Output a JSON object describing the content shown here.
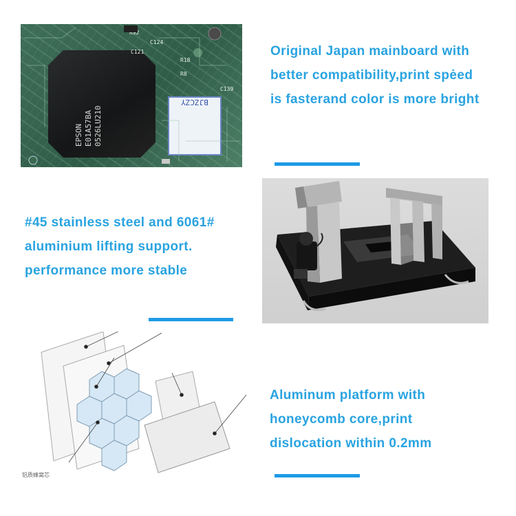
{
  "sections": [
    {
      "caption": [
        "Original Japan mainboard with",
        "better compatibility,print spėed",
        "is fasterand color is more bright"
      ],
      "photo_text": {
        "chip": "EPSON\nE01A57BA\n0526LU210",
        "label": "BJZCZY",
        "codes": [
          "R92",
          "C124",
          "R18",
          "C139",
          "R8",
          "C121"
        ]
      }
    },
    {
      "caption": [
        "#45 stainless steel and 6061#",
        "aluminium lifting support.",
        "performance more stable"
      ]
    },
    {
      "caption": [
        "Aluminum platform with",
        "honeycomb core,print",
        "dislocation within 0.2mm"
      ],
      "diagram_label": "铝质蜂窝芯"
    }
  ],
  "colors": {
    "caption_text": "#29a3e0",
    "divider": "#1e9be6"
  }
}
